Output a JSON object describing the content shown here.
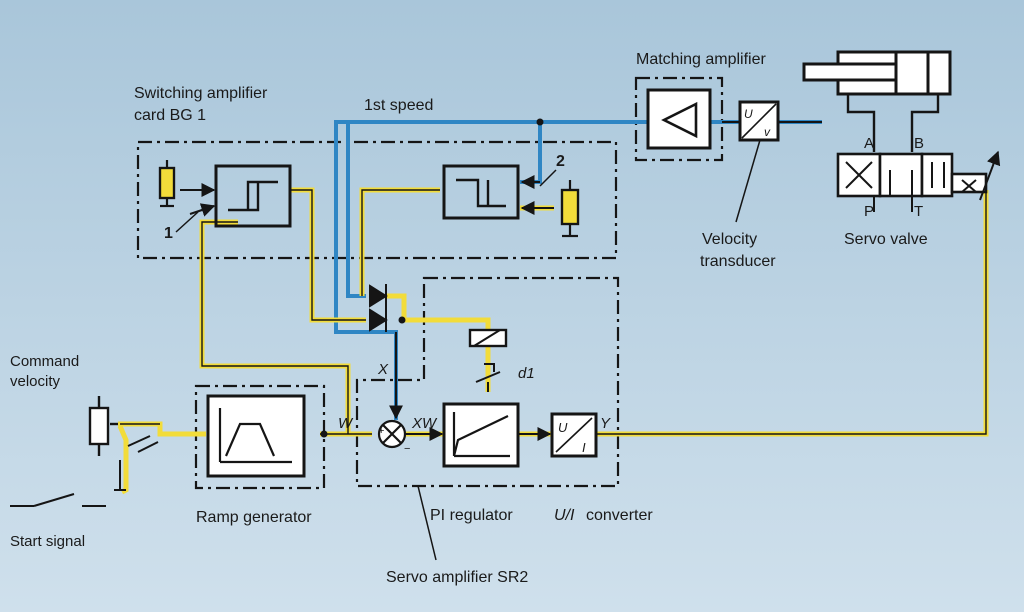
{
  "colors": {
    "background_top": "#a9c6da",
    "background_bottom": "#cfe0ec",
    "signal_line": "#f2dc3a",
    "speed_line": "#2f86c4",
    "wire": "#151515"
  },
  "labels": {
    "switching_amplifier_line1": "Switching  amplifier",
    "switching_amplifier_line2": "card BG 1",
    "first_speed": "1st speed",
    "matching_amplifier": "Matching amplifier",
    "command_velocity_line1": "Command",
    "command_velocity_line2": "velocity",
    "start_signal": "Start signal",
    "ramp_generator": "Ramp generator",
    "pi_regulator": "PI regulator",
    "ui_converter_symbol": "U/I",
    "ui_converter_word": "converter",
    "servo_amplifier": "Servo amplifier SR2",
    "velocity_transducer_line1": "Velocity",
    "velocity_transducer_line2": "transducer",
    "servo_valve": "Servo valve",
    "port_a": "A",
    "port_b": "B",
    "port_p": "P",
    "port_t": "T",
    "marker_1": "1",
    "marker_2": "2",
    "signal_x": "X",
    "signal_w": "W",
    "signal_xw": "XW",
    "signal_y": "Y",
    "relay_d1": "d1",
    "converter_u": "U",
    "converter_i": "I",
    "transducer_u": "U",
    "transducer_v": "v"
  },
  "icons": [
    "amplifier-triangle-icon",
    "hysteresis-switch-icon",
    "inverted-switch-icon",
    "ramp-profile-icon",
    "pi-curve-icon",
    "diode-icon",
    "relay-coil-icon",
    "potentiometer-icon",
    "summing-junction-icon",
    "hydraulic-cylinder-icon"
  ]
}
